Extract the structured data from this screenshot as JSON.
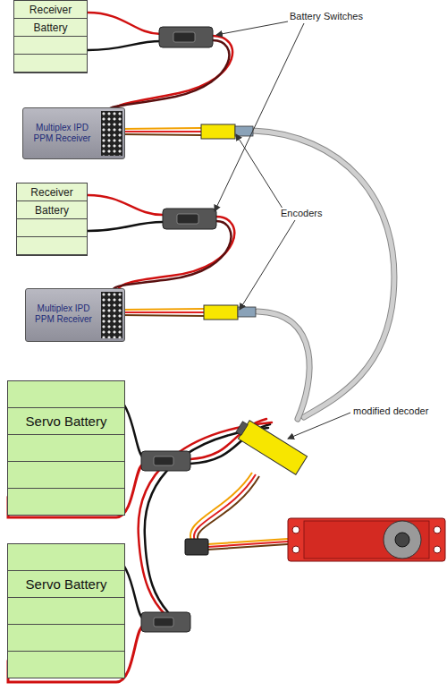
{
  "diagram": {
    "nodes": [
      {
        "text": [
          "Receiver Battery"
        ]
      },
      {
        "text": [
          "Multiplex IPD PPM Receiver"
        ]
      },
      {
        "text": [
          "Receiver Battery"
        ]
      },
      {
        "text": [
          "Multiplex IPD PPM Receiver"
        ]
      },
      {
        "text": [
          "Servo Battery"
        ]
      },
      {
        "text": [
          "Servo Battery"
        ]
      }
    ],
    "labels": [
      "Battery Switches",
      "Encoders",
      "modified decoder"
    ]
  }
}
